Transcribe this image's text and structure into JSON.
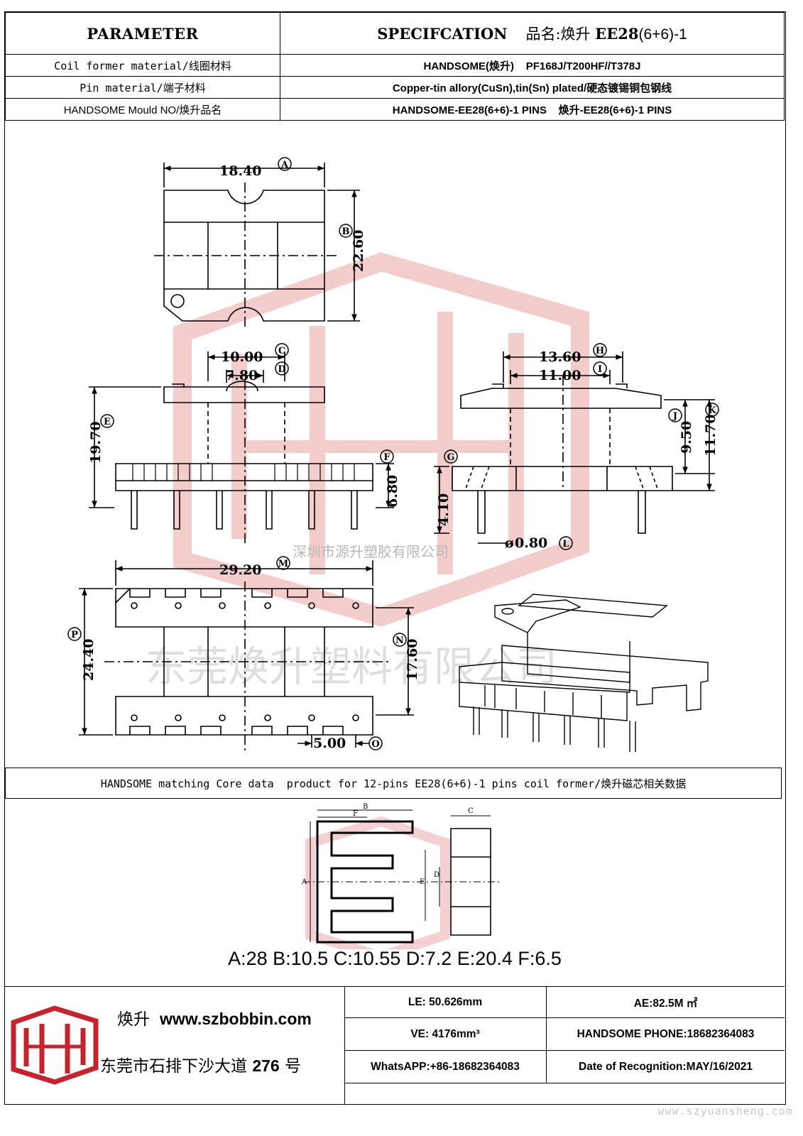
{
  "header": {
    "parameter": "PARAMETER",
    "specification": "SPECIFCATION",
    "product_label": "品名:",
    "product_brand": "焕升",
    "product_model": "EE28",
    "product_suffix": "(6+6)-1"
  },
  "rows": [
    {
      "param": "Coil former material/线圈材料",
      "spec": "HANDSOME(焕升)    PF168J/T200HF//T378J"
    },
    {
      "param": "Pin material/端子材料",
      "spec": "Copper-tin allory(CuSn),tin(Sn) plated/硬态镀锡铜包钢线"
    },
    {
      "param": "HANDSOME Mould NO/焕升品名",
      "spec": "HANDSOME-EE28(6+6)-1 PINS    焕升-EE28(6+6)-1 PINS"
    }
  ],
  "dims": {
    "A": "18.40",
    "B": "22.60",
    "C": "10.00",
    "D": "7.80",
    "E": "19.70",
    "F": "6.80",
    "G": "4.10",
    "H": "13.60",
    "I": "11.00",
    "J": "9.50",
    "K": "11.70",
    "L": "0.80",
    "M": "29.20",
    "N": "17.60",
    "O": "5.00",
    "P": "24.40",
    "phi": "ø"
  },
  "letters": [
    "A",
    "B",
    "C",
    "D",
    "E",
    "F",
    "G",
    "H",
    "I",
    "J",
    "K",
    "L",
    "M",
    "N",
    "O",
    "P"
  ],
  "watermarks": {
    "shenzhen": "深圳市源升塑胶有限公司",
    "dongguan": "东莞焕升塑料有限公司",
    "url": "www.szyuansheng.com"
  },
  "core": {
    "band_text": "HANDSOME matching Core data  product for 12-pins EE28(6+6)-1 pins coil former/焕升磁芯相关数据",
    "labels": {
      "A": "A",
      "B": "B",
      "C": "C",
      "D": "D",
      "E": "E",
      "F": "F"
    },
    "dims_text": "A:28 B:10.5 C:10.55 D:7.2 E:20.4 F:6.5"
  },
  "footer": {
    "brand_cn": "焕升",
    "website": "www.szbobbin.com",
    "address_cn": "东莞市石排下沙大道",
    "address_num": "276",
    "address_suffix": "号",
    "le": "LE: 50.626mm",
    "ae": "AE:82.5M ㎡",
    "ve": "VE: 4176mm³",
    "phone": "HANDSOME PHONE:18682364083",
    "whatsapp": "WhatsAPP:+86-18682364083",
    "date": "Date of Recognition:MAY/16/2021"
  },
  "colors": {
    "watermark_red": "#f2c4c4",
    "line": "#000000"
  }
}
